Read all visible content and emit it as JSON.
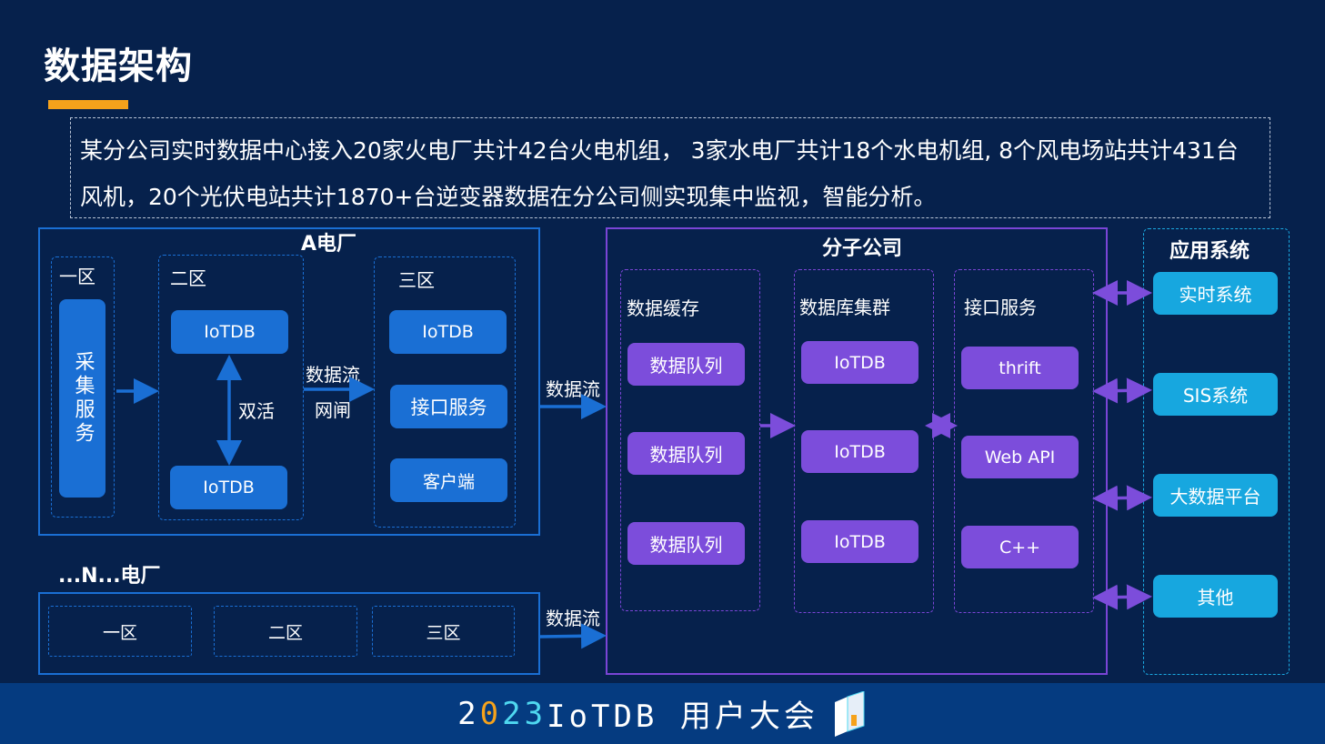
{
  "title": "数据架构",
  "description": "某分公司实时数据中心接入20家火电厂共计42台火电机组， 3家水电厂共计18个水电机组, 8个风电场站共计431台风机，20个光伏电站共计1870+台逆变器数据在分公司侧实现集中监视，智能分析。",
  "plant_a": {
    "title": "A电厂",
    "zone1": "一区",
    "collect": "采集服务",
    "zone2": "二区",
    "iotdb1": "IoTDB",
    "iotdb2": "IoTDB",
    "active": "双活",
    "flow": "数据流",
    "gate": "网闸",
    "zone3": "三区",
    "iotdb3": "IoTDB",
    "api": "接口服务",
    "client": "客户端",
    "out_flow": "数据流"
  },
  "plant_n": {
    "title": "...N...电厂",
    "zone1": "一区",
    "zone2": "二区",
    "zone3": "三区",
    "out_flow": "数据流"
  },
  "branch": {
    "title": "分子公司",
    "cache": {
      "title": "数据缓存",
      "items": [
        "数据队列",
        "数据队列",
        "数据队列"
      ]
    },
    "cluster": {
      "title": "数据库集群",
      "items": [
        "IoTDB",
        "IoTDB",
        "IoTDB"
      ]
    },
    "service": {
      "title": "接口服务",
      "items": [
        "thrift",
        "Web API",
        "C++"
      ]
    }
  },
  "apps": {
    "title": "应用系统",
    "items": [
      "实时系统",
      "SIS系统",
      "大数据平台",
      "其他"
    ]
  },
  "footer": {
    "y1": "2",
    "y2": "0",
    "y3": "23",
    "conf": " IoTDB 用户大会"
  },
  "colors": {
    "blue": "#1a6fd4",
    "purple": "#7c4ddb",
    "cyan": "#17a7df",
    "accent": "#f5a21b"
  }
}
